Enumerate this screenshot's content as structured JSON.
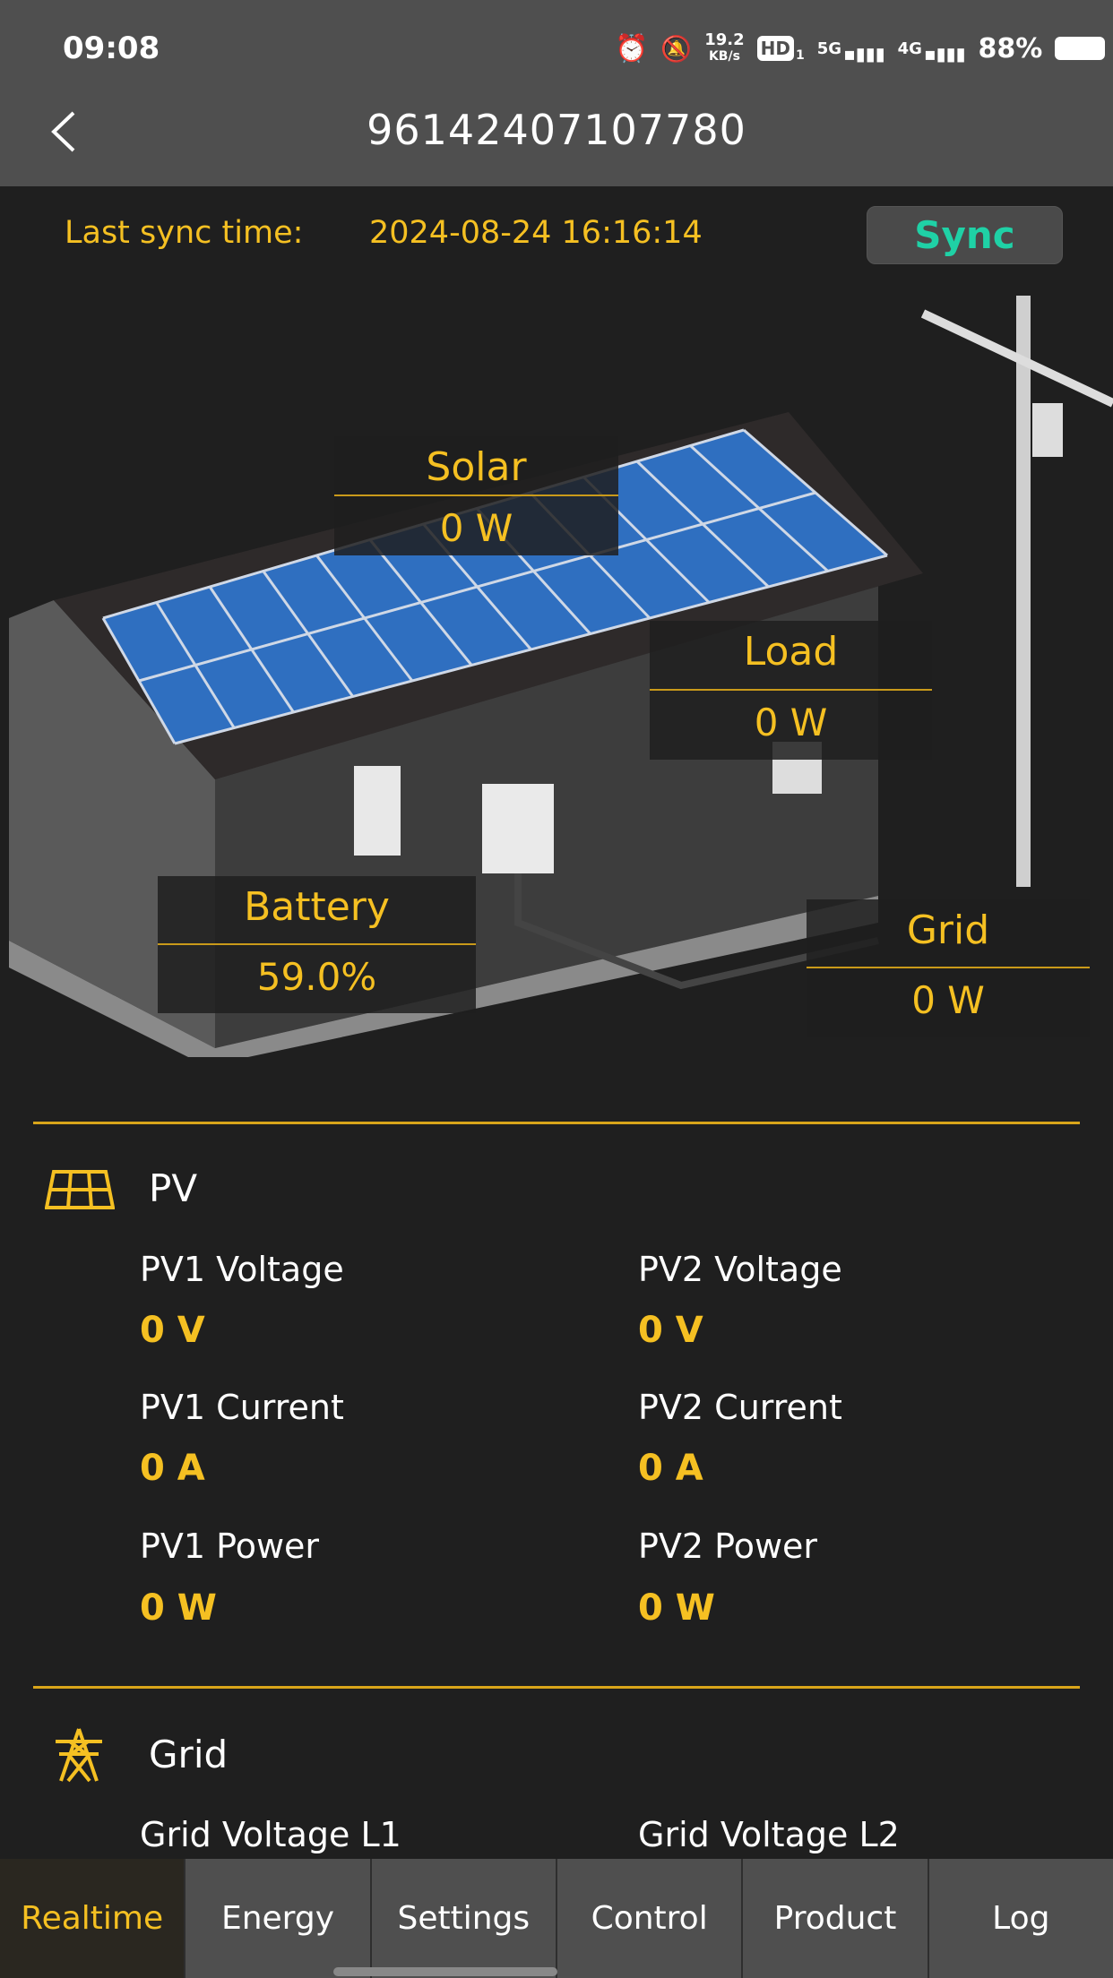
{
  "status_bar": {
    "time": "09:08",
    "net_speed": "19.2",
    "net_unit": "KB/s",
    "hd": "HD",
    "sim": "1",
    "sig1": "5G",
    "sig2": "4G",
    "battery": "88%"
  },
  "header": {
    "title": "96142407107780"
  },
  "sync": {
    "label": "Last sync time:",
    "time": "2024-08-24 16:16:14",
    "button": "Sync"
  },
  "scene": {
    "solar": {
      "label": "Solar",
      "value": "0 W"
    },
    "load": {
      "label": "Load",
      "value": "0 W"
    },
    "battery": {
      "label": "Battery",
      "value": "59.0%"
    },
    "grid": {
      "label": "Grid",
      "value": "0 W"
    }
  },
  "pv": {
    "title": "PV",
    "items": [
      {
        "label": "PV1 Voltage",
        "value": "0 V"
      },
      {
        "label": "PV2 Voltage",
        "value": "0 V"
      },
      {
        "label": "PV1 Current",
        "value": "0 A"
      },
      {
        "label": "PV2 Current",
        "value": "0 A"
      },
      {
        "label": "PV1 Power",
        "value": "0 W"
      },
      {
        "label": "PV2 Power",
        "value": "0 W"
      }
    ]
  },
  "grid": {
    "title": "Grid",
    "items": [
      {
        "label": "Grid Voltage L1"
      },
      {
        "label": "Grid Voltage L2"
      }
    ]
  },
  "nav": {
    "tabs": [
      "Realtime",
      "Energy",
      "Settings",
      "Control",
      "Product",
      "Log"
    ]
  },
  "colors": {
    "accent": "#f5c022",
    "sync": "#1fd1a6"
  }
}
